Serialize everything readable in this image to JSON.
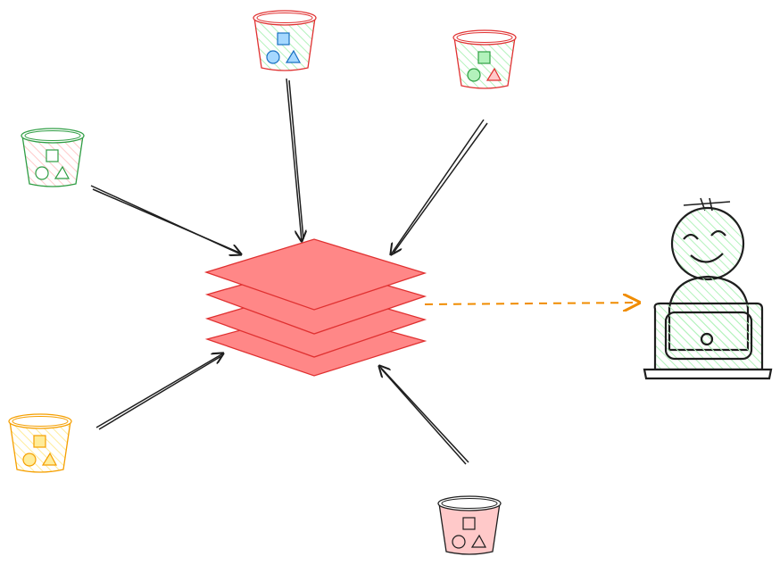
{
  "diagram": {
    "description_free": true,
    "colors": {
      "ink": "#1e1e1e",
      "stack_fill": "#ff8787",
      "stack_stroke": "#e03131",
      "arrow_dashed": "#f08c00",
      "person_hatch": "#b2f2bb"
    },
    "buckets": [
      {
        "id": "bucket-top-center",
        "stroke": "#e03131",
        "hatch": "#b2f2bb",
        "square": "#a5d8ff",
        "circle": "#a5d8ff",
        "triangle": "#a5d8ff",
        "shape_stroke": "#1971c2"
      },
      {
        "id": "bucket-top-right",
        "stroke": "#e03131",
        "hatch": "#b2f2bb",
        "square": "#b2f2bb",
        "circle": "#b2f2bb",
        "triangle": "#ffc9c9",
        "shape_stroke": "#2f9e44"
      },
      {
        "id": "bucket-left",
        "stroke": "#2f9e44",
        "hatch": "#ffc9c9",
        "square": "#ffffff",
        "circle": "#ffffff",
        "triangle": "#ffffff",
        "shape_stroke": "#2f9e44"
      },
      {
        "id": "bucket-bottom-left",
        "stroke": "#f59f00",
        "hatch": "#ffec99",
        "square": "#ffec99",
        "circle": "#ffec99",
        "triangle": "#ffec99",
        "shape_stroke": "#f59f00"
      },
      {
        "id": "bucket-bottom-center",
        "stroke": "#1e1e1e",
        "hatch": "#ffc9c9",
        "square": "#ffc9c9",
        "circle": "#ffc9c9",
        "triangle": "#ffc9c9",
        "shape_stroke": "#1e1e1e",
        "body_fill": "#ffc9c9"
      }
    ],
    "icons": [
      "bucket-icon",
      "layer-stack-icon",
      "person-at-laptop-icon"
    ]
  }
}
